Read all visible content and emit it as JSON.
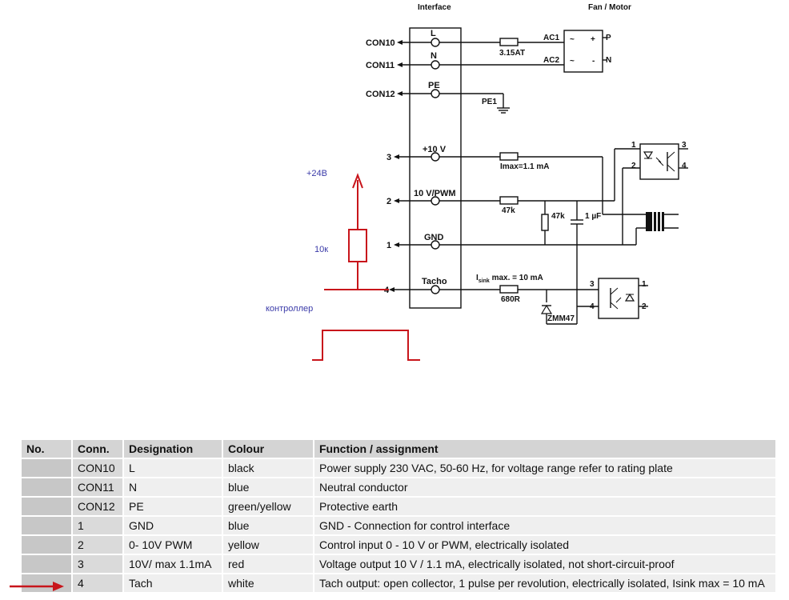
{
  "diagram": {
    "header_interface": "Interface",
    "header_fan": "Fan / Motor",
    "terminals": [
      {
        "conn": "CON10",
        "name": "L"
      },
      {
        "conn": "CON11",
        "name": "N"
      },
      {
        "conn": "CON12",
        "name": "PE"
      },
      {
        "conn": "3",
        "name": "+10 V"
      },
      {
        "conn": "2",
        "name": "10 V/PWM"
      },
      {
        "conn": "1",
        "name": "GND"
      },
      {
        "conn": "4",
        "name": "Tacho"
      }
    ],
    "fuse": "3.15AT",
    "ac1": "AC1",
    "ac2": "AC2",
    "p": "P",
    "n": "N",
    "pe1": "PE1",
    "imax": "Imax=1.1 mA",
    "r47k_a": "47k",
    "r47k_b": "47k",
    "cap": "1 µF",
    "isink": "I",
    "isink_sub": "sink",
    "isink_rest": " max. = 10 mA",
    "r680": "680R",
    "zener": "ZMM47",
    "opto1_pins": [
      "1",
      "2",
      "3",
      "4"
    ],
    "opto2_pins": [
      "3",
      "4",
      "1",
      "2"
    ],
    "annot_24v": "+24В",
    "annot_10k": "10к",
    "annot_ctrl": "контроллер"
  },
  "table": {
    "headers": [
      "No.",
      "Conn.",
      "Designation",
      "Colour",
      "Function / assignment"
    ],
    "rows": [
      [
        "",
        "CON10",
        "L",
        "black",
        "Power supply 230 VAC, 50-60 Hz, for voltage range refer to rating plate"
      ],
      [
        "",
        "CON11",
        "N",
        "blue",
        "Neutral conductor"
      ],
      [
        "",
        "CON12",
        "PE",
        "green/yellow",
        "Protective earth"
      ],
      [
        "",
        "1",
        "GND",
        "blue",
        "GND - Connection for control interface"
      ],
      [
        "",
        "2",
        "0- 10V PWM",
        "yellow",
        "Control input 0 - 10 V or PWM, electrically isolated"
      ],
      [
        "",
        "3",
        "10V/ max 1.1mA",
        "red",
        "Voltage output 10 V / 1.1 mA, electrically isolated, not short-circuit-proof"
      ],
      [
        "",
        "4",
        "Tach",
        "white",
        "Tach output: open collector, 1 pulse per revolution, electrically isolated, Isink max = 10 mA"
      ]
    ]
  }
}
